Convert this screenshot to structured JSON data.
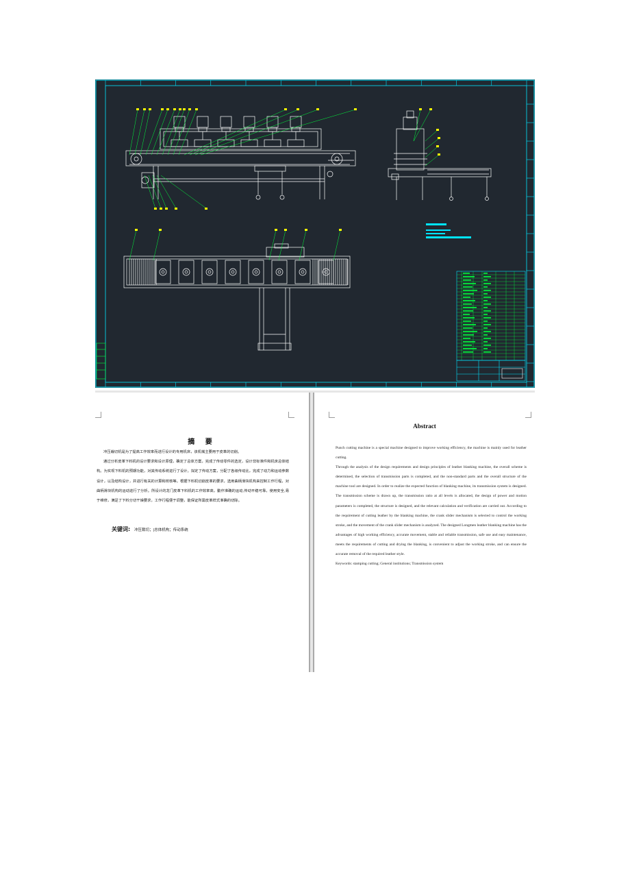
{
  "chinese_abstract": {
    "title": "摘 要",
    "paragraphs": [
      "冲压裁切机是为了提高工作效率而进行设计的专用机床，该机械主要用于皮革的切削。",
      "通过分析皮革下料机的设计要求和设计原理，确定了总体方案，完成了传动零件的选定，设计非标准件和机床总体结构。为实现下料机的预期功能，对其传动系统进行了设计。拟定了传动方案，分配了各级传动比，完成了动力和运动参数设计，以及结构设计，并进行有关的计算和校核等。根据下料机切削皮革的要求，选用曲柄滑块机构来控制工作行程，对曲柄滑块机构的运动进行了分析。所设计的龙门皮革下料机的工作效率高，動作准确的运动,传动平稳可靠，使用安全,易于维修，满足了下料分切干燥要求，工作行程便于调整，能保证所需皮革样式准确的切除。"
    ],
    "keywords_label": "关键词:",
    "keywords": "冲压裁切；|总体机构；传动系统"
  },
  "english_abstract": {
    "title": "Abstract",
    "paragraphs": [
      "Punch cutting machine is a special machine designed to improve working efficiency, the machine is mainly used for leather cutting.",
      "Through the analysis of the design requirements and design principles of leather blanking machine, the overall scheme is determined, the selection of transmission parts is completed, and the non-standard parts and the overall structure of the machine tool are designed. In order to realize the expected function of blanking machine, its transmission system is designed. The transmission scheme is drawn up, the transmission ratio at all levels is allocated, the design of power and motion parameters is completed, the structure is designed, and the relevant calculation and verification are carried out. According to the requirement of cutting leather by the blanking machine, the crank slider mechanism is selected to control the working stroke, and the movement of the crank slider mechanism is analyzed. The designed Longmen leather blanking machine has the advantages of high working efficiency, accurate movement, stable and reliable transmission, safe use and easy maintenance, meets the requirements of cutting and drying the blanking, is convenient to adjust the working stroke, and can ensure the accurate removal of the required leather style."
    ],
    "keywords": "Keywords: stamping cutting; General institutions; Transmission system"
  },
  "drawing": {
    "frame_color": "#00e5ff",
    "line_color": "#ffffff",
    "leader_color": "#00ff3c",
    "label_color": "#ffff00",
    "background": "#212830"
  }
}
